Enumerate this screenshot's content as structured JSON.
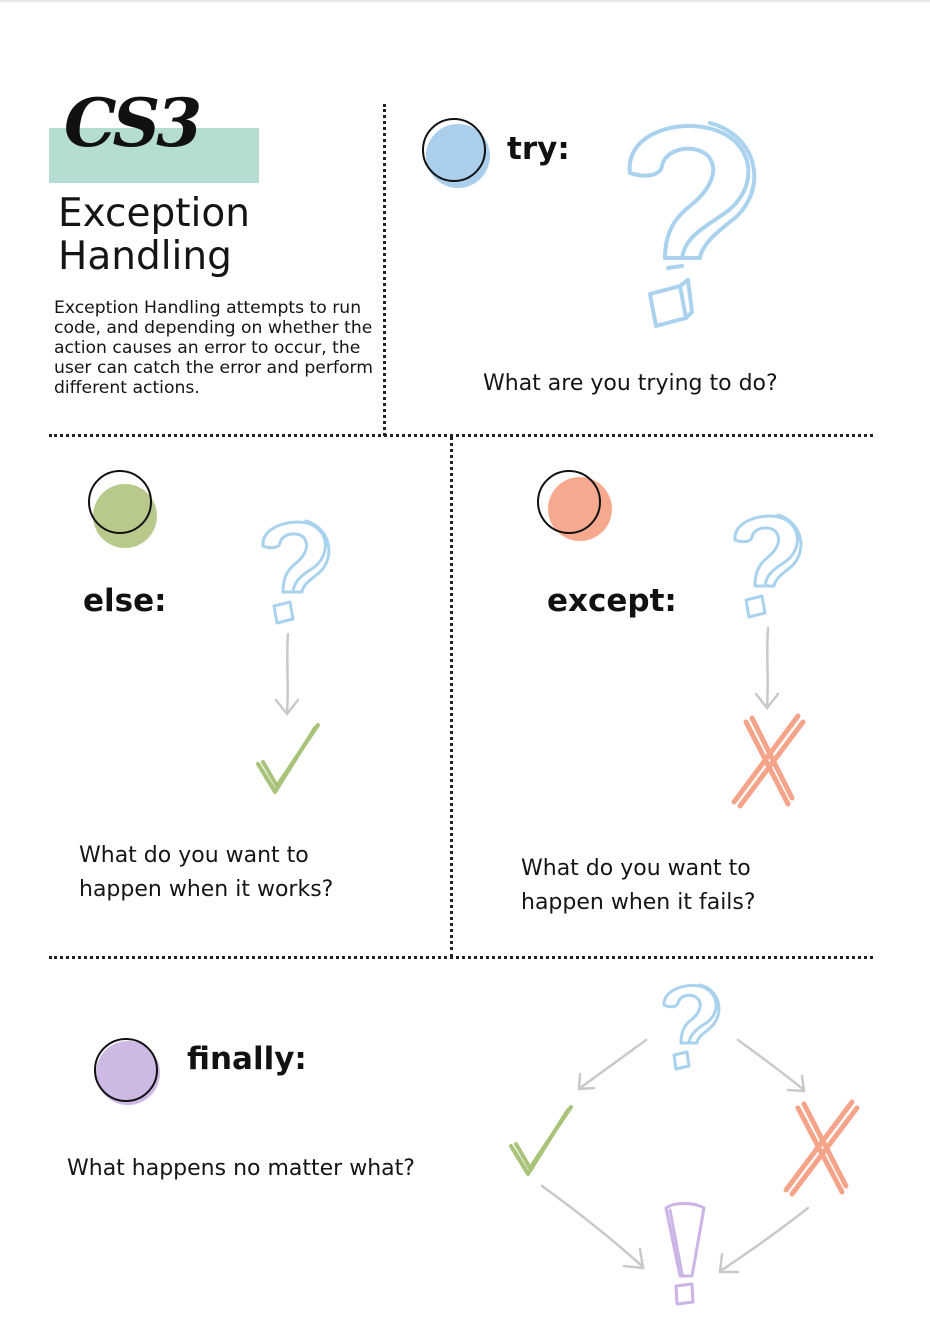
{
  "header": {
    "logo": "CS3",
    "title_line1": "Exception",
    "title_line2": "Handling",
    "description": "Exception Handling attempts to run code, and depending on whether the action causes an error to occur, the user can catch the error and perform different actions."
  },
  "sections": {
    "try": {
      "keyword": "try:",
      "prompt": "What are you trying to do?",
      "color": "#a9cfec"
    },
    "else": {
      "keyword": "else:",
      "prompt_line1": "What do you want to",
      "prompt_line2": "happen when it works?",
      "color": "#b8c98c"
    },
    "except": {
      "keyword": "except:",
      "prompt_line1": "What do you want to",
      "prompt_line2": "happen when it fails?",
      "color": "#f7a98f"
    },
    "finally": {
      "keyword": "finally:",
      "prompt": "What happens no matter what?",
      "color": "#cdb9e3"
    }
  },
  "icons": {
    "question": "question-mark-icon",
    "check": "check-mark-icon",
    "cross": "cross-mark-icon",
    "exclamation": "exclamation-mark-icon",
    "arrow": "arrow-icon"
  },
  "colors": {
    "question": "#a9d2ee",
    "check": "#a8c47a",
    "cross": "#f5a48a",
    "exclamation": "#cdb4e6",
    "arrow": "#c9c9c9",
    "logo_bar": "#b5ddd1"
  }
}
